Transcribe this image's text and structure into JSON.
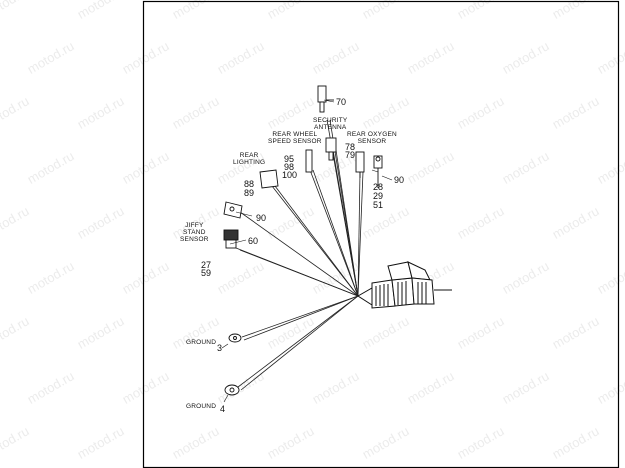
{
  "watermark": {
    "text": "motod.ru"
  },
  "diagram": {
    "callouts": {
      "security_antenna": {
        "title": "SECURITY ANTENNA",
        "line1": "SECURITY",
        "line2": "ANTENNA",
        "n1": "78",
        "n2": "79"
      },
      "rear_wheel_speed_sensor": {
        "line1": "REAR WHEEL",
        "line2": "SPEED SENSOR",
        "n1": "95",
        "n2": "98",
        "n3": "100"
      },
      "rear_oxygen_sensor": {
        "line1": "REAR OXYGEN",
        "line2": "SENSOR",
        "n1": "28",
        "n2": "29",
        "n3": "51"
      },
      "rear_lighting": {
        "line1": "REAR",
        "line2": "LIGHTING",
        "n1": "88",
        "n2": "89"
      },
      "jiffy_stand_sensor": {
        "line1": "JIFFY",
        "line2": "STAND",
        "line3": "SENSOR",
        "n1": "27",
        "n2": "59"
      },
      "ground_upper": {
        "label": "GROUND",
        "num": "3"
      },
      "ground_lower": {
        "label": "GROUND",
        "num": "4"
      }
    },
    "refs": {
      "top_connector": "70",
      "oxygen_connector": "90",
      "lighting_connector": "90",
      "jiffy_connector": "60"
    }
  }
}
